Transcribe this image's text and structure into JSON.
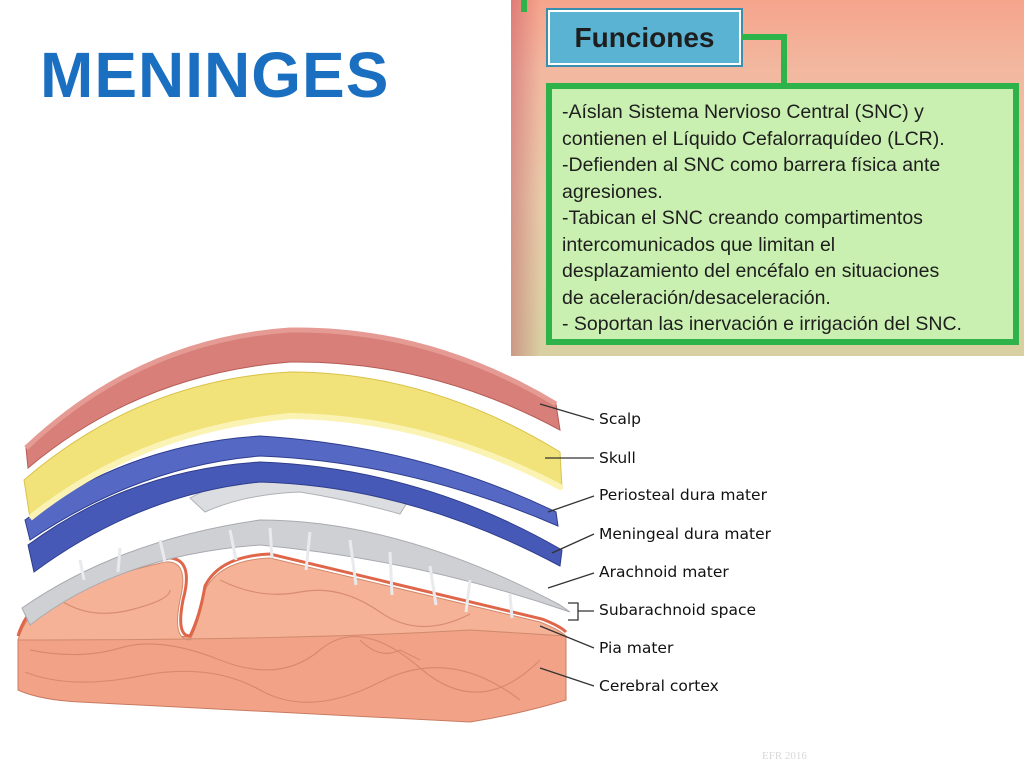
{
  "title": "MENINGES",
  "functions": {
    "heading": "Funciones",
    "lines": [
      "-Aíslan Sistema Nervioso Central (SNC) y",
      "contienen el Líquido Cefalorraquídeo (LCR).",
      "-Defienden al SNC como barrera física ante",
      "agresiones.",
      "-Tabican el SNC creando compartimentos",
      "intercomunicados que limitan el",
      "desplazamiento del encéfalo en situaciones",
      "de aceleración/desaceleración.",
      "- Soportan las inervación e irrigación del SNC."
    ]
  },
  "diagram": {
    "labels": [
      "Scalp",
      "Skull",
      "Periosteal dura mater",
      "Meningeal dura mater",
      "Arachnoid mater",
      "Subarachnoid space",
      "Pia mater",
      "Cerebral cortex"
    ]
  },
  "watermark": "EFR 2016",
  "colors": {
    "title": "#1a6fc0",
    "heading_box": "#5bb3d4",
    "text_box": "#c9f0b0",
    "connector": "#2eb24a",
    "scalp": "#d77f78",
    "skull": "#f1e27a",
    "dura": "#4759b6",
    "arachnoid": "#cfd0d4",
    "cortex": "#f2a387"
  }
}
